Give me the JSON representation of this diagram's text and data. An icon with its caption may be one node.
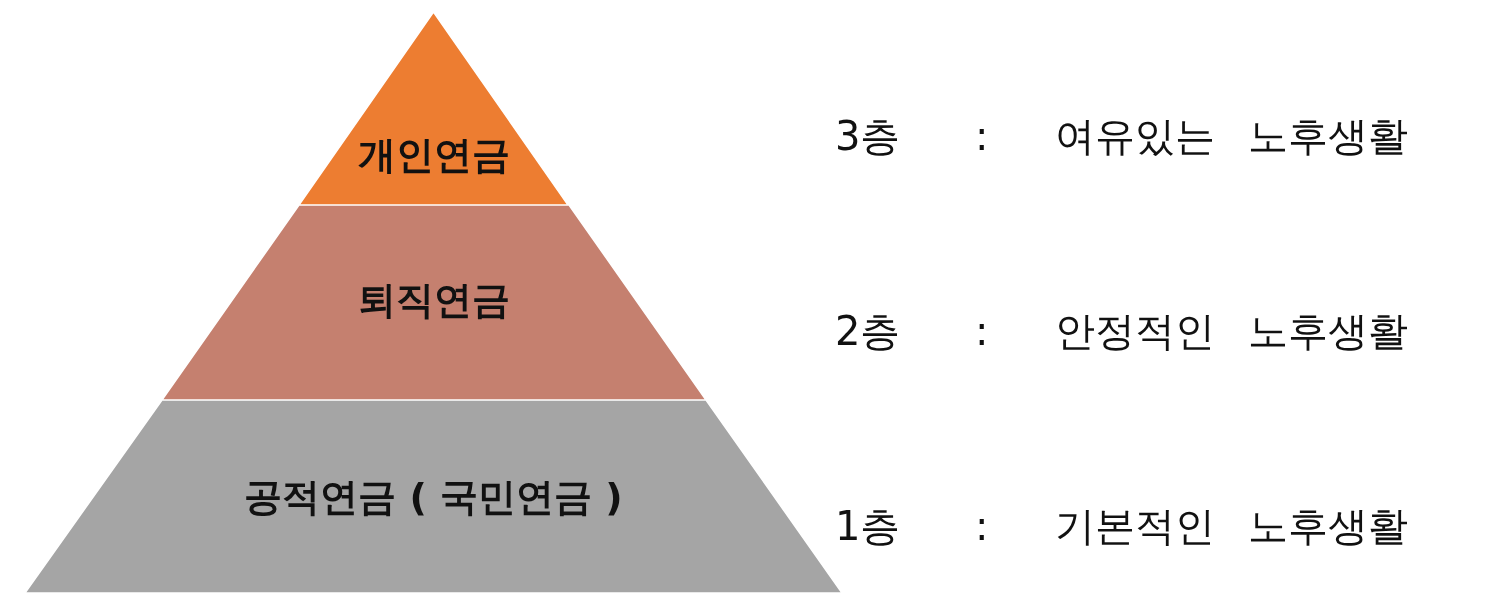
{
  "diagram": {
    "nodes": [
      {
        "text": [
          "개인연금"
        ]
      },
      {
        "text": [
          "퇴직연금"
        ]
      },
      {
        "text": [
          "공적연금 ( 국민연금 )"
        ]
      }
    ],
    "labels": [
      "3층",
      ":",
      "여유있는 노후생활",
      "2층",
      ":",
      "안정적인 노후생활",
      "1층",
      ":",
      "기본적인 노후생활"
    ]
  }
}
